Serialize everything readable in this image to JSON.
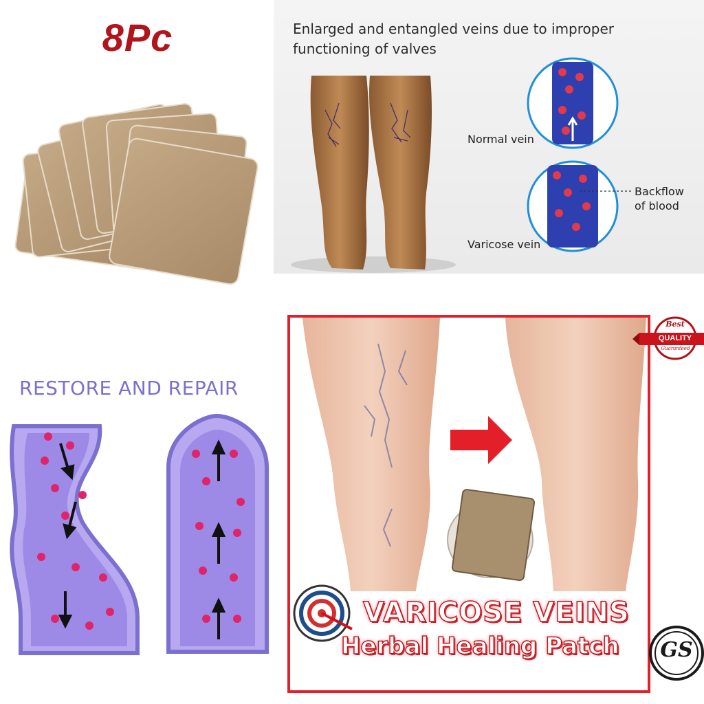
{
  "patch_pack": {
    "count_label": "8Pc"
  },
  "vein_diagram": {
    "title": "Enlarged and entangled veins due to improper functioning of valves",
    "normal_label": "Normal vein",
    "backflow_label": "Backflow of blood",
    "varicose_label": "Varicose vein"
  },
  "restore_panel": {
    "title": "RESTORE AND REPAIR"
  },
  "promo_panel": {
    "headline": "VARICOSE VEINS",
    "subheadline": "Herbal Healing Patch",
    "quality_badge": {
      "top": "Best",
      "middle": "QUALITY",
      "bottom": "Guaranteed"
    },
    "logo_text": "GS"
  },
  "colors": {
    "brand_red": "#b0151b",
    "banner_red": "#e3202a",
    "restore_purple": "#7b6fcf",
    "vein_blue": "#2e3fb0",
    "patch_tan": "#b89a78"
  }
}
